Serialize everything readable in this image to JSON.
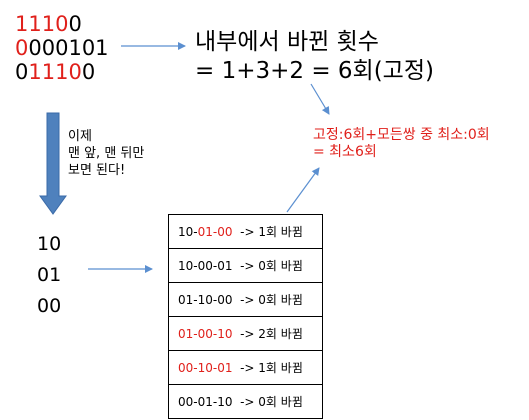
{
  "binary_lines": [
    [
      {
        "t": "1110",
        "red": true
      },
      {
        "t": "0",
        "red": false
      }
    ],
    [
      {
        "t": "0",
        "red": true
      },
      {
        "t": "000101",
        "red": false
      }
    ],
    [
      {
        "t": "0",
        "red": false
      },
      {
        "t": "1110",
        "red": true
      },
      {
        "t": "0",
        "red": false
      }
    ]
  ],
  "result": {
    "line1": "내부에서 바뀐 횟수",
    "line2": "= 1+3+2 = 6회(고정)"
  },
  "tip": {
    "line1": "이제",
    "line2": "맨 앞, 맨 뒤만",
    "line3": "보면 된다!"
  },
  "conclusion": {
    "line1": "고정:6회+모든쌍 중 최소:0회",
    "line2": "= 최소6회"
  },
  "pairs": [
    "10",
    "01",
    "00"
  ],
  "cases": [
    {
      "segments": [
        {
          "t": "10-",
          "red": false
        },
        {
          "t": "01-00",
          "red": true
        }
      ],
      "suffix": "  -> 1회 바뀜"
    },
    {
      "segments": [
        {
          "t": "10-00-01",
          "red": false
        }
      ],
      "suffix": "  -> 0회 바뀜"
    },
    {
      "segments": [
        {
          "t": "01-10-00",
          "red": false
        }
      ],
      "suffix": "  -> 0회 바뀜"
    },
    {
      "segments": [
        {
          "t": "01-00-10",
          "red": true
        }
      ],
      "suffix": "  -> 2회 바뀜"
    },
    {
      "segments": [
        {
          "t": "00-10-01",
          "red": true
        }
      ],
      "suffix": "  -> 1회 바뀜"
    },
    {
      "segments": [
        {
          "t": "00-01-10",
          "red": false
        }
      ],
      "suffix": "  -> 0회 바뀜"
    }
  ],
  "colors": {
    "accent_red": "#e0201b",
    "arrow_blue": "#5b8fd0",
    "block_arrow": "#4f81bd"
  }
}
